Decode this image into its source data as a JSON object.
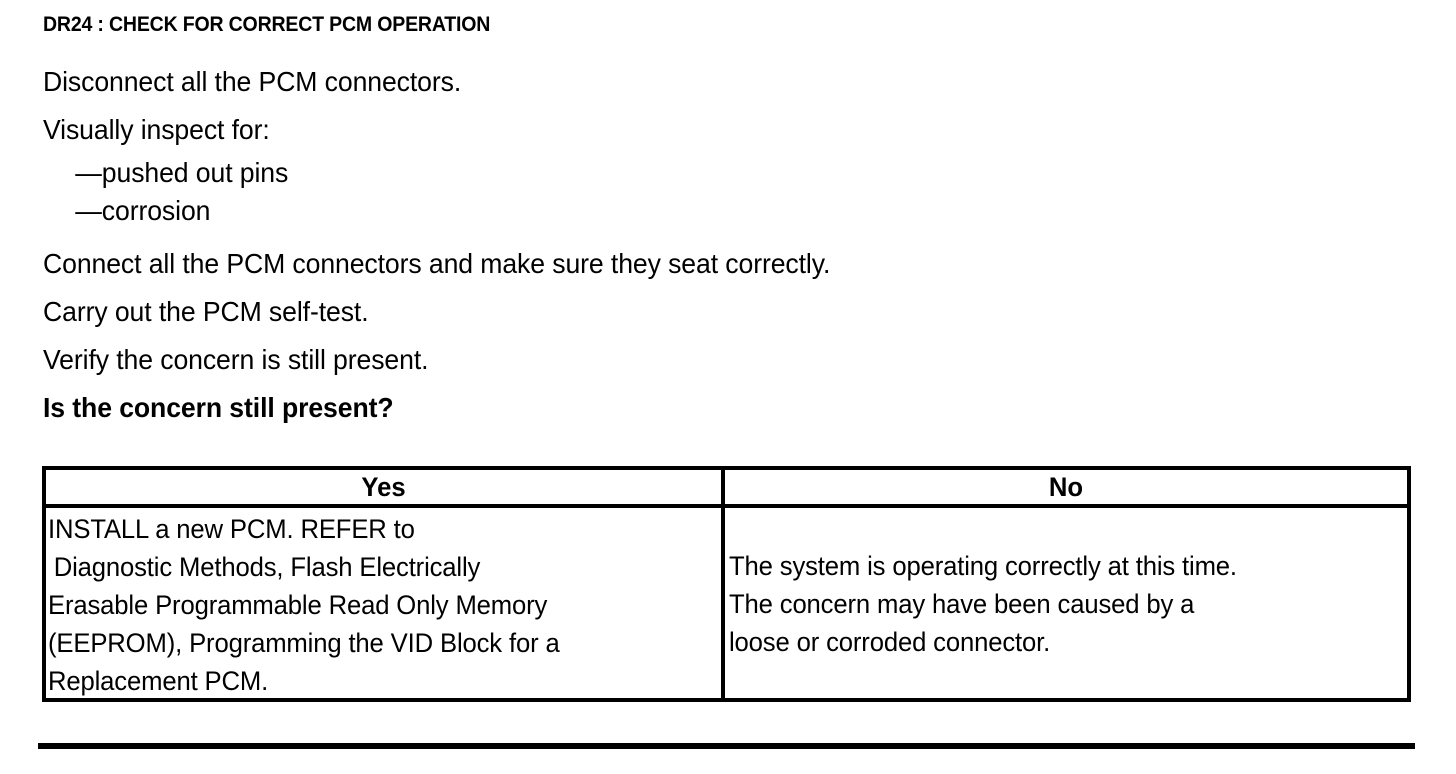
{
  "document": {
    "title": "DR24 : CHECK FOR CORRECT PCM OPERATION",
    "steps": [
      "Disconnect all the PCM connectors.",
      "Visually inspect for:"
    ],
    "sub_items": [
      "—pushed out pins",
      "—corrosion"
    ],
    "steps_after": [
      "Connect all the PCM connectors and make sure they seat correctly.",
      "Carry out the PCM self-test.",
      "Verify the concern is still present."
    ],
    "question": "Is the concern still present?",
    "colors": {
      "text": "#000000",
      "background": "#ffffff",
      "rule": "#000000"
    }
  },
  "decision_table": {
    "headers": {
      "yes": "Yes",
      "no": "No"
    },
    "yes_cell_lines": [
      "INSTALL a new PCM. REFER to",
      "Diagnostic Methods, Flash Electrically",
      "Erasable Programmable Read Only Memory",
      "(EEPROM), Programming the VID Block for a",
      "Replacement PCM."
    ],
    "no_cell_lines": [
      "The system is operating correctly at this time.",
      "The concern may have been caused by a",
      "loose or corroded connector."
    ]
  }
}
